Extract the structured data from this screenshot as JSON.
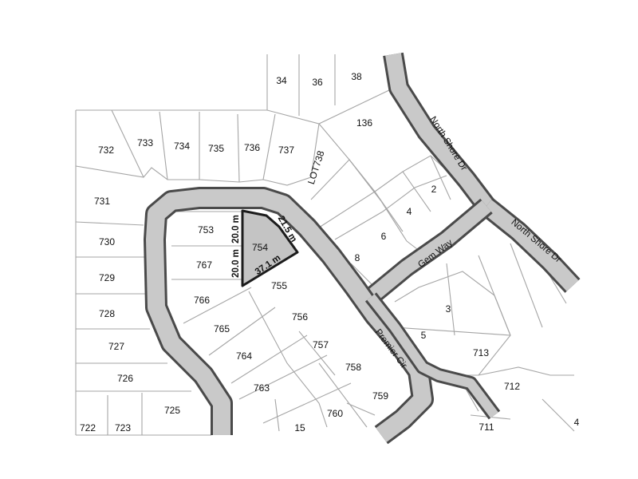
{
  "streets": {
    "north_shore_dr_upper": "North Shore Dr",
    "north_shore_dr_lower": "North Shore Dr",
    "gem_way": "Gem Way",
    "premier_cir": "Premier Cir"
  },
  "highlighted_lot": {
    "number": "754",
    "dimensions": {
      "top_left": "20.0 m",
      "left": "20.0 m",
      "bottom": "37.1 m",
      "right": "21.5 m"
    }
  },
  "lots": {
    "l34": "34",
    "l36": "36",
    "l38": "38",
    "l136": "136",
    "l732": "732",
    "l733": "733",
    "l734": "734",
    "l735": "735",
    "l736": "736",
    "l737": "737",
    "lot738": "LOT738",
    "l2": "2",
    "l4": "4",
    "l6": "6",
    "l8": "8",
    "l731": "731",
    "l730": "730",
    "l729": "729",
    "l728": "728",
    "l727": "727",
    "l726": "726",
    "l725": "725",
    "l722": "722",
    "l723": "723",
    "l753": "753",
    "l767": "767",
    "l766": "766",
    "l765": "765",
    "l764": "764",
    "l763": "763",
    "l755": "755",
    "l756": "756",
    "l757": "757",
    "l758": "758",
    "l759": "759",
    "l760": "760",
    "l15": "15",
    "l3": "3",
    "l5": "5",
    "l713": "713",
    "l712": "712",
    "l711": "711",
    "l4b": "4"
  }
}
